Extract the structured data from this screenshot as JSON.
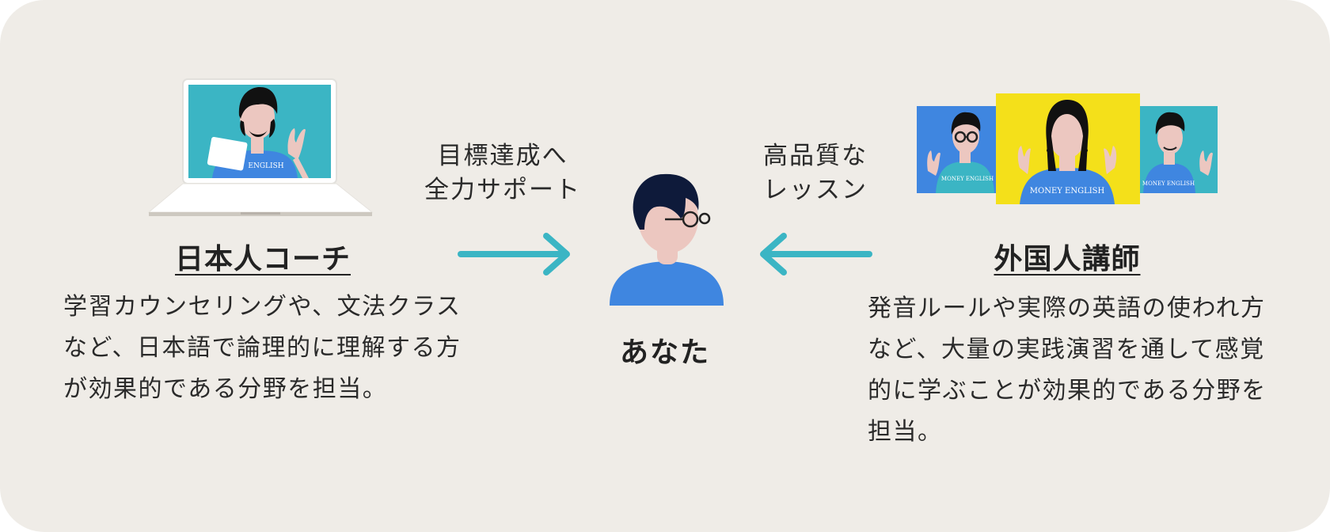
{
  "left": {
    "heading": "日本人コーチ",
    "description": "学習カウンセリングや、文法クラスなど、日本語で論理的に理解する方が効果的である分野を担当。",
    "screen_text": "ENGLISH"
  },
  "arrow_left_caption": {
    "line1": "目標達成へ",
    "line2": "全力サポート"
  },
  "center": {
    "label": "あなた"
  },
  "arrow_right_caption": {
    "line1": "高品質な",
    "line2": "レッスン"
  },
  "right": {
    "heading": "外国人講師",
    "description": "発音ルールや実際の英語の使われ方など、大量の実践演習を通して感覚的に学ぶことが効果的である分野を担当。",
    "card_text_left": "MONEY ENGLISH",
    "card_text_center": "MONEY ENGLISH",
    "card_text_right": "MONEY ENGLISH"
  },
  "colors": {
    "background": "#efece7",
    "teal": "#3bb5c4",
    "blue": "#3f86e0",
    "yellow": "#f4e01a",
    "text": "#2a2a2a"
  }
}
